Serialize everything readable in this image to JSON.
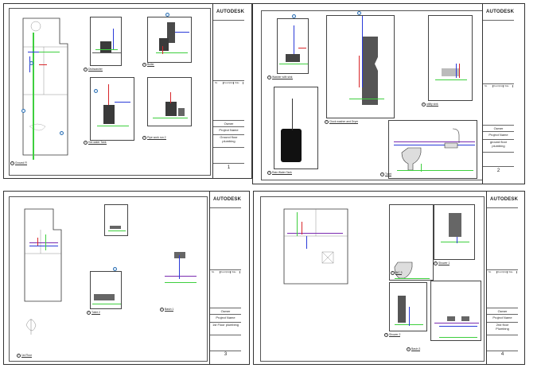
{
  "brand": "AUTODESK",
  "revision_headers": [
    "No.",
    "Description",
    "Date"
  ],
  "sheets": [
    {
      "owner": "Owner",
      "project": "Project Name",
      "title": "Ground floor plumbing",
      "number": "1",
      "views": [
        {
          "num": "1",
          "name": "Ground Fl"
        },
        {
          "num": "2",
          "name": "Dishwasher"
        },
        {
          "num": "3",
          "name": "Boiler"
        },
        {
          "num": "4",
          "name": "Hot water Tank"
        },
        {
          "num": "5",
          "name": "Pipe work run 2"
        }
      ]
    },
    {
      "owner": "Owner",
      "project": "Project Name",
      "title": "ground floor plumbing",
      "number": "2",
      "views": [
        {
          "num": "1",
          "name": "Washer with sink"
        },
        {
          "num": "2",
          "name": "Clock washer and Dryer"
        },
        {
          "num": "3",
          "name": "utility sink"
        },
        {
          "num": "4",
          "name": "Rain Water Tank"
        },
        {
          "num": "5",
          "name": "Toilet"
        }
      ]
    },
    {
      "owner": "Owner",
      "project": "Project Name",
      "title": "1st Floor plumbing",
      "number": "3",
      "views": [
        {
          "num": "1",
          "name": "1st Floor"
        },
        {
          "num": "2",
          "name": "Toilet 2"
        },
        {
          "num": "3",
          "name": "Basin 1"
        }
      ]
    },
    {
      "owner": "Owner",
      "project": "Project Name",
      "title": "2nd floor Plumbing",
      "number": "4",
      "views": [
        {
          "num": "1",
          "name": "Shower 1"
        },
        {
          "num": "2",
          "name": "WC 3"
        },
        {
          "num": "3",
          "name": "Shower 2"
        },
        {
          "num": "4",
          "name": "Basin 3"
        }
      ]
    }
  ]
}
